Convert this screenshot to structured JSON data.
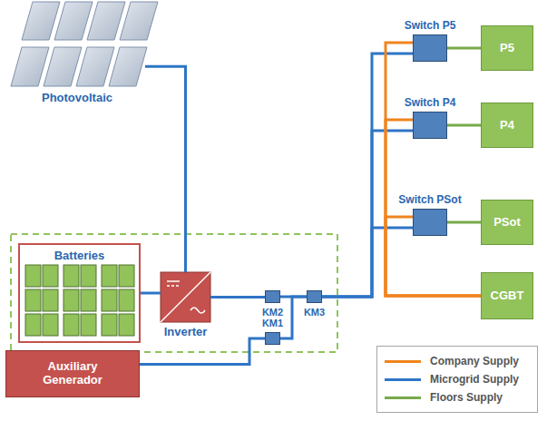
{
  "diagram": {
    "nodes": [
      {
        "text": [
          "Photovoltaic"
        ]
      },
      {
        "text": [
          "Switch P5"
        ]
      },
      {
        "text": [
          "P5"
        ]
      },
      {
        "text": [
          "Switch P4"
        ]
      },
      {
        "text": [
          "P4"
        ]
      },
      {
        "text": [
          "Switch PSot"
        ]
      },
      {
        "text": [
          "PSot"
        ]
      },
      {
        "text": [
          "CGBT"
        ]
      },
      {
        "text": [
          "Batteries"
        ]
      },
      {
        "text": [
          "Inverter"
        ]
      },
      {
        "text": [
          "KM2"
        ]
      },
      {
        "text": [
          "KM3"
        ]
      },
      {
        "text": [
          "KM1"
        ]
      },
      {
        "text": [
          "Auxiliary Generador"
        ]
      }
    ],
    "edges": [
      {
        "from": 0,
        "to": 9,
        "arrow": "none"
      },
      {
        "from": 8,
        "to": 9,
        "arrow": "none"
      },
      {
        "from": 9,
        "to": 10,
        "arrow": "none"
      },
      {
        "from": 10,
        "to": 11,
        "arrow": "none"
      },
      {
        "from": 12,
        "to": 11,
        "arrow": "none"
      },
      {
        "from": 13,
        "to": 12,
        "arrow": "none"
      },
      {
        "from": 11,
        "to": 1,
        "arrow": "none"
      },
      {
        "from": 11,
        "to": 3,
        "arrow": "none"
      },
      {
        "from": 11,
        "to": 5,
        "arrow": "none"
      },
      {
        "from": 7,
        "to": 1,
        "arrow": "none"
      },
      {
        "from": 7,
        "to": 3,
        "arrow": "none"
      },
      {
        "from": 7,
        "to": 5,
        "arrow": "none"
      },
      {
        "from": 1,
        "to": 2,
        "arrow": "none"
      },
      {
        "from": 3,
        "to": 4,
        "arrow": "none"
      },
      {
        "from": 5,
        "to": 6,
        "arrow": "none"
      }
    ],
    "legend": [
      {
        "text": "Company Supply",
        "color": "#f0841f"
      },
      {
        "text": "Microgrid Supply",
        "color": "#2e75c6"
      },
      {
        "text": "Floors Supply",
        "color": "#77a94a"
      }
    ]
  }
}
